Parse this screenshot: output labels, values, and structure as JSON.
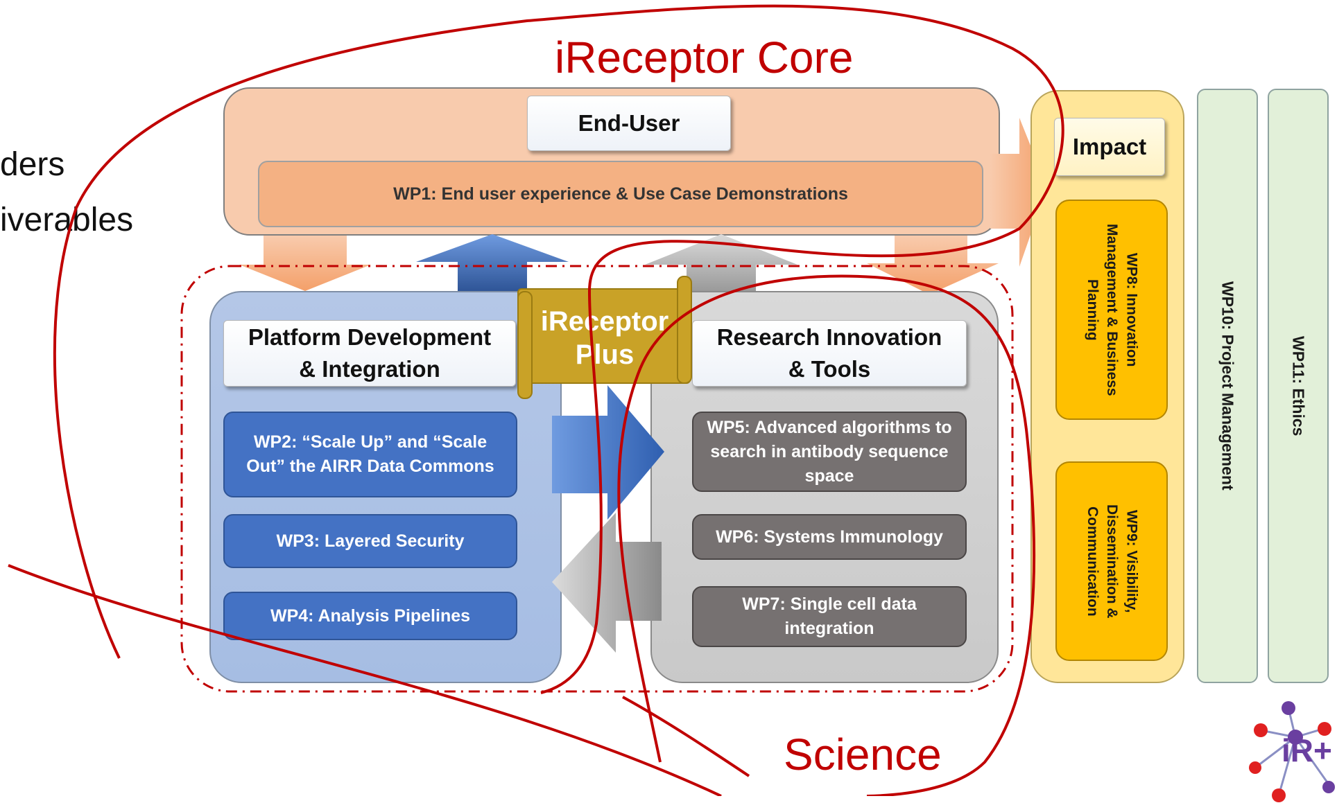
{
  "side_fragment": {
    "line1": "ders",
    "line2": "iverables"
  },
  "regions": {
    "core": "iReceptor Core",
    "science": "Science"
  },
  "end_user": {
    "title": "End-User",
    "wp1": "WP1: End user experience & Use Case Demonstrations"
  },
  "platform": {
    "title_line1": "Platform Development",
    "title_line2": "& Integration",
    "wp2": "WP2: “Scale Up” and “Scale Out” the AIRR Data Commons",
    "wp3": "WP3: Layered Security",
    "wp4": "WP4: Analysis Pipelines"
  },
  "plus_banner": {
    "line1": "iReceptor",
    "line2": "Plus"
  },
  "research": {
    "title_line1": "Research Innovation",
    "title_line2": "& Tools",
    "wp5": "WP5: Advanced algorithms to search in antibody sequence space",
    "wp6": "WP6: Systems Immunology",
    "wp7": "WP7: Single cell data integration"
  },
  "impact": {
    "title": "Impact",
    "wp8": "WP8: Innovation Management & Business Planning",
    "wp9": "WP9: Visibility, Dissemination & Communication"
  },
  "wp10": "WP10: Project Management",
  "wp11": "WP11: Ethics",
  "logo": {
    "text": "iR+"
  },
  "colors": {
    "accent_red": "#c00000",
    "platform_blue": "#b4c7e7",
    "wp_blue": "#4472c4",
    "research_gray": "#d0cece",
    "wp_gray": "#767171",
    "impact_yellow": "#ffe699",
    "wp_gold": "#ffc000",
    "end_user_peach": "#f8cbad",
    "side_green": "#e2f0d9"
  }
}
